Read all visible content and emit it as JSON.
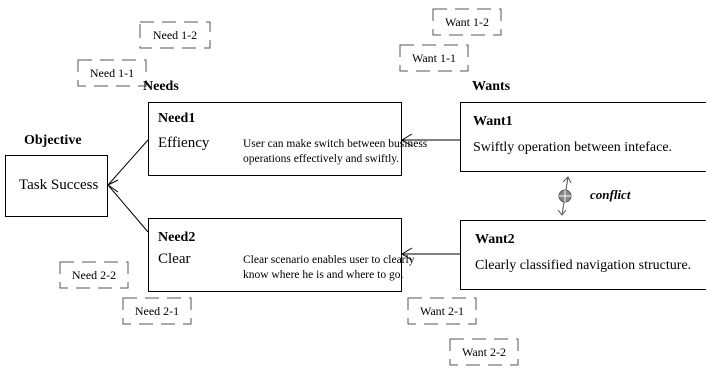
{
  "objective": {
    "heading": "Objective",
    "box_label": "Task Success"
  },
  "needs": {
    "heading": "Needs",
    "need1": {
      "title": "Need1",
      "keyword": "Effiency",
      "line1": "User can make switch between business",
      "line2": "operations effectively and swiftly."
    },
    "need2": {
      "title": "Need2",
      "keyword": "Clear",
      "line1": "Clear scenario enables user to clearly",
      "line2": "know where he is and where to go."
    }
  },
  "wants": {
    "heading": "Wants",
    "want1": {
      "title": "Want1",
      "text": "Swiftly operation between inteface."
    },
    "want2": {
      "title": "Want2",
      "text": "Clearly classified navigation structure."
    }
  },
  "conflict_label": "conflict",
  "sub_items": {
    "need_1_1": "Need 1-1",
    "need_1_2": "Need 1-2",
    "need_2_1": "Need 2-1",
    "need_2_2": "Need 2-2",
    "want_1_1": "Want 1-1",
    "want_1_2": "Want 1-2",
    "want_2_1": "Want 2-1",
    "want_2_2": "Want 2-2"
  }
}
